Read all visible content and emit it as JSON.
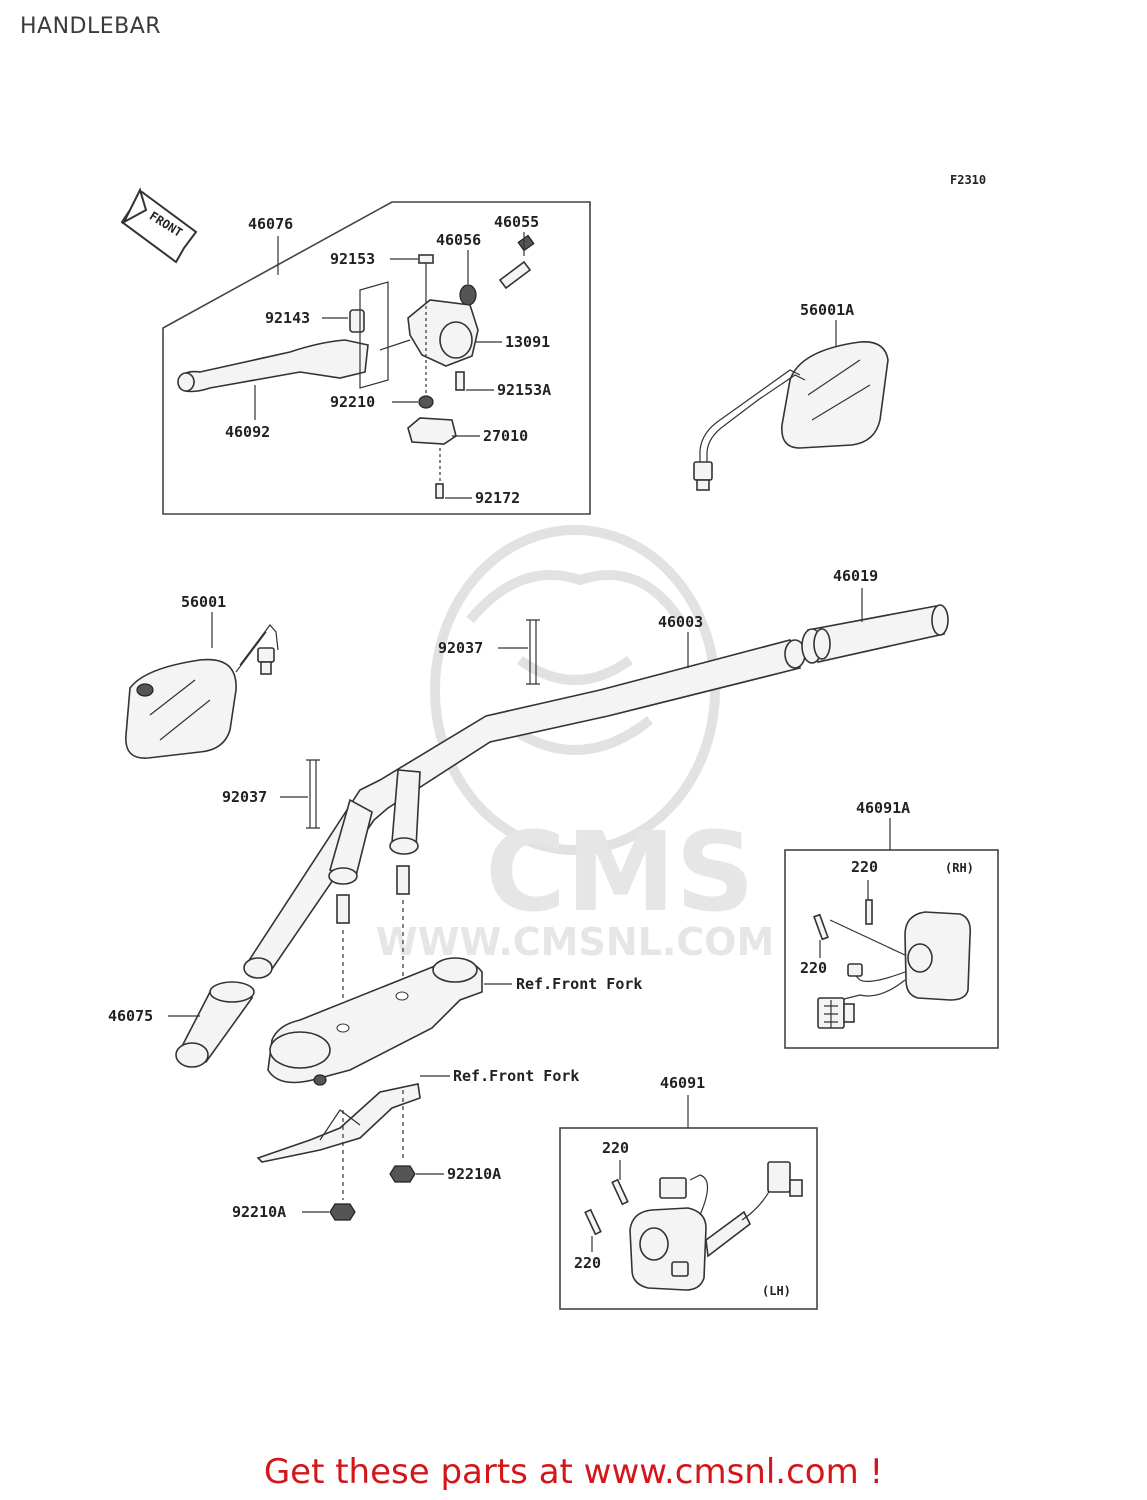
{
  "page_title": "HANDLEBAR",
  "figure_code": "F2310",
  "front_arrow": "FRONT",
  "watermark": {
    "brand": "CMS",
    "url": "WWW.CMSNL.COM"
  },
  "footer": "Get these parts at www.cmsnl.com !",
  "parts": {
    "p46076": "46076",
    "p46055": "46055",
    "p46056": "46056",
    "p92153": "92153",
    "p92143": "92143",
    "p13091": "13091",
    "p92153A": "92153A",
    "p92210": "92210",
    "p46092": "46092",
    "p27010": "27010",
    "p92172": "92172",
    "p56001A": "56001A",
    "p46019": "46019",
    "p56001": "56001",
    "p92037_top": "92037",
    "p46003": "46003",
    "p92037_left": "92037",
    "p46091A": "46091A",
    "p220_a": "220",
    "rh": "(RH)",
    "p220_b": "220",
    "ref1": "Ref.Front Fork",
    "p46075": "46075",
    "ref2": "Ref.Front Fork",
    "p46091": "46091",
    "p92210A_r": "92210A",
    "p220_c": "220",
    "p92210A_l": "92210A",
    "p220_d": "220",
    "lh": "(LH)"
  }
}
